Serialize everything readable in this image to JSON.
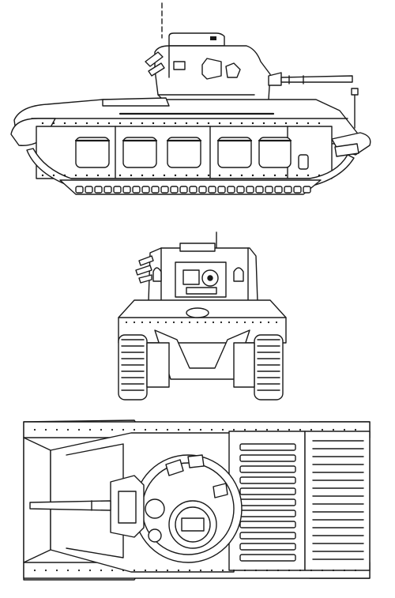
{
  "drawing": {
    "line_color": "#1a1a1a",
    "background": "#ffffff",
    "views": [
      {
        "id": "side",
        "icon": "tank-side-profile"
      },
      {
        "id": "front",
        "icon": "tank-front-elevation"
      },
      {
        "id": "top",
        "icon": "tank-plan-view"
      }
    ]
  }
}
